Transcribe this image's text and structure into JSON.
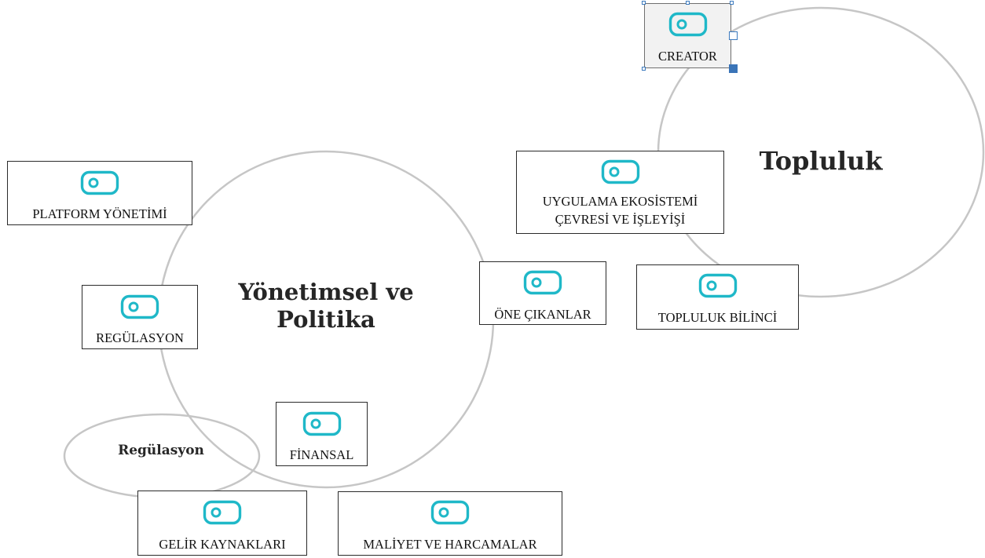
{
  "diagram": {
    "groups": [
      {
        "id": "yonetimsel",
        "lines": [
          "Yönetimsel ve",
          "Politika"
        ]
      },
      {
        "id": "topluluk",
        "lines": [
          "Topluluk"
        ]
      },
      {
        "id": "regulasyon",
        "lines": [
          "Regülasyon"
        ]
      }
    ],
    "nodes": [
      {
        "id": "creator",
        "lines": [
          "CREATOR"
        ],
        "icon": "tag-icon"
      },
      {
        "id": "platform-yonetimi",
        "lines": [
          "PLATFORM YÖNETİMİ"
        ],
        "icon": "tag-icon"
      },
      {
        "id": "uygulama-ekosistemi",
        "lines": [
          "UYGULAMA EKOSİSTEMİ",
          "ÇEVRESİ VE İŞLEYİŞİ"
        ],
        "icon": "tag-icon"
      },
      {
        "id": "regulasyon",
        "lines": [
          "REGÜLASYON"
        ],
        "icon": "tag-icon"
      },
      {
        "id": "one-cikanlar",
        "lines": [
          "ÖNE ÇIKANLAR"
        ],
        "icon": "tag-icon"
      },
      {
        "id": "topluluk-bilinci",
        "lines": [
          "TOPLULUK BİLİNCİ"
        ],
        "icon": "tag-icon"
      },
      {
        "id": "finansal",
        "lines": [
          "FİNANSAL"
        ],
        "icon": "tag-icon"
      },
      {
        "id": "gelir-kaynaklari",
        "lines": [
          "GELİR KAYNAKLARI"
        ],
        "icon": "tag-icon"
      },
      {
        "id": "maliyet-ve-harcamalar",
        "lines": [
          "MALİYET VE HARCAMALAR"
        ],
        "icon": "tag-icon"
      }
    ],
    "colors": {
      "icon": "#1fb8c8",
      "circle_stroke": "#c6c6c6",
      "selection": "#3d7bbf"
    },
    "selected_node": "creator"
  }
}
